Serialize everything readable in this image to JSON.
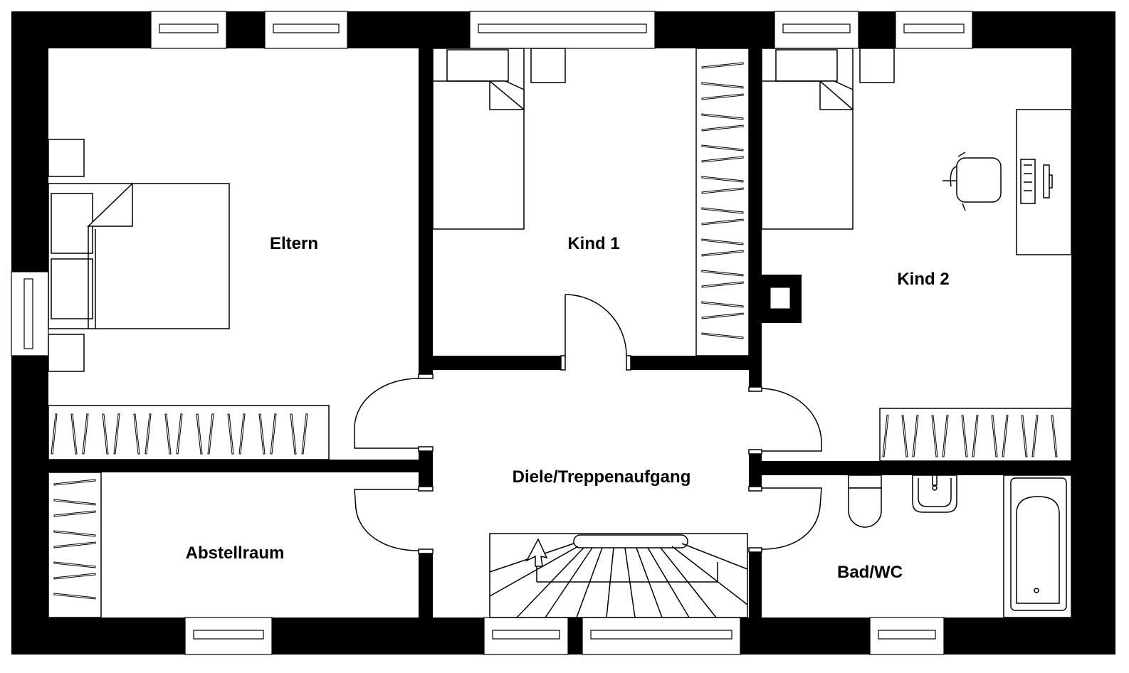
{
  "floorplan": {
    "rooms": {
      "eltern": "Eltern",
      "kind1": "Kind 1",
      "kind2": "Kind 2",
      "diele": "Diele/Treppenaufgang",
      "abstell": "Abstellraum",
      "bad": "Bad/WC"
    }
  }
}
